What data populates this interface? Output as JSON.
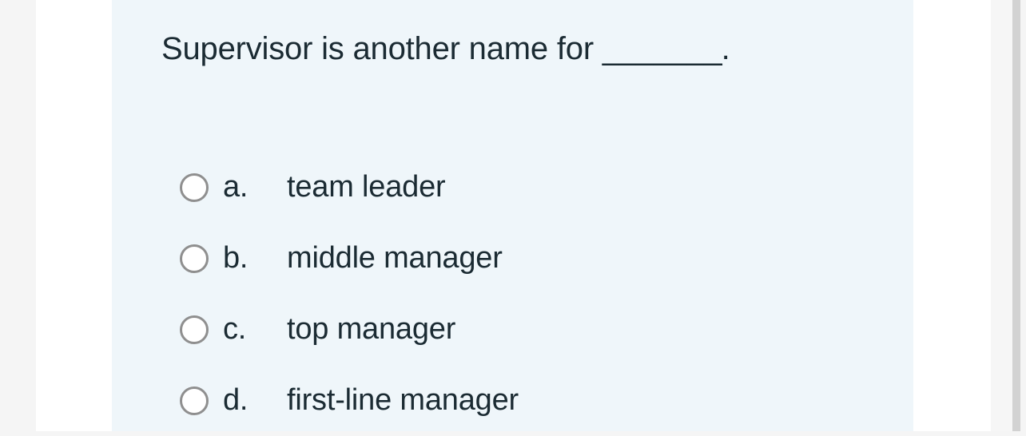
{
  "colors": {
    "card_background": "#eff6fa",
    "page_background": "#f5f5f5",
    "gutter": "#ffffff",
    "text": "#1b2b33",
    "radio_border": "#8f8f8f",
    "radio_fill": "#ffffff",
    "scrollbar_thumb": "#d2d2d2"
  },
  "question": {
    "stem_prefix": "Supervisor is another name for ",
    "blank": "_______",
    "stem_suffix": ".",
    "full_text": "Supervisor is another name for _______."
  },
  "options": [
    {
      "letter": "a.",
      "text": "team leader",
      "selected": false
    },
    {
      "letter": "b.",
      "text": "middle manager",
      "selected": false
    },
    {
      "letter": "c.",
      "text": "top manager",
      "selected": false
    },
    {
      "letter": "d.",
      "text": "first-line manager",
      "selected": false
    }
  ]
}
